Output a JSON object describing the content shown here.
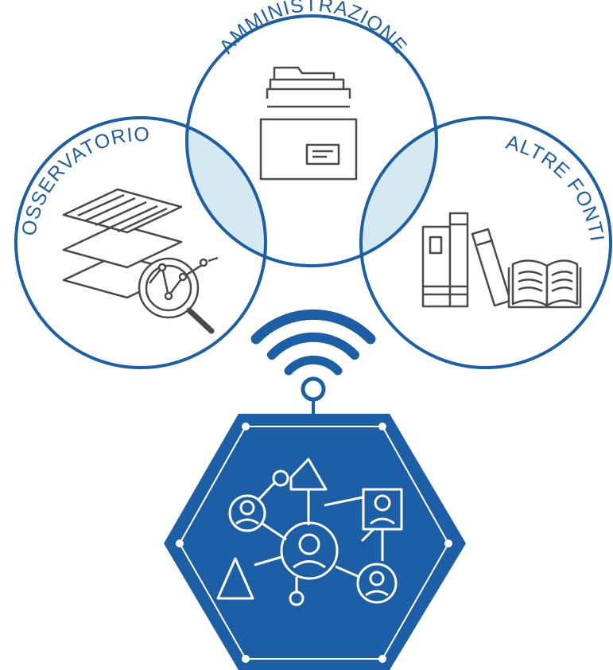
{
  "diagram": {
    "colors": {
      "primary": "#1d5fa6",
      "overlap": "#d5e9f3",
      "icon_gray": "#4a4a4a",
      "white": "#ffffff"
    },
    "circles": [
      {
        "label": "AMMINISTRAZIONE",
        "icon": "folder-cabinet-icon"
      },
      {
        "label": "OSSERVATORIO",
        "icon": "data-layers-magnifier-icon"
      },
      {
        "label": "ALTRE FONTI",
        "icon": "books-icon"
      }
    ],
    "center": {
      "icons": [
        "wireless-signal-icon",
        "network-hexagon-icon"
      ]
    }
  }
}
